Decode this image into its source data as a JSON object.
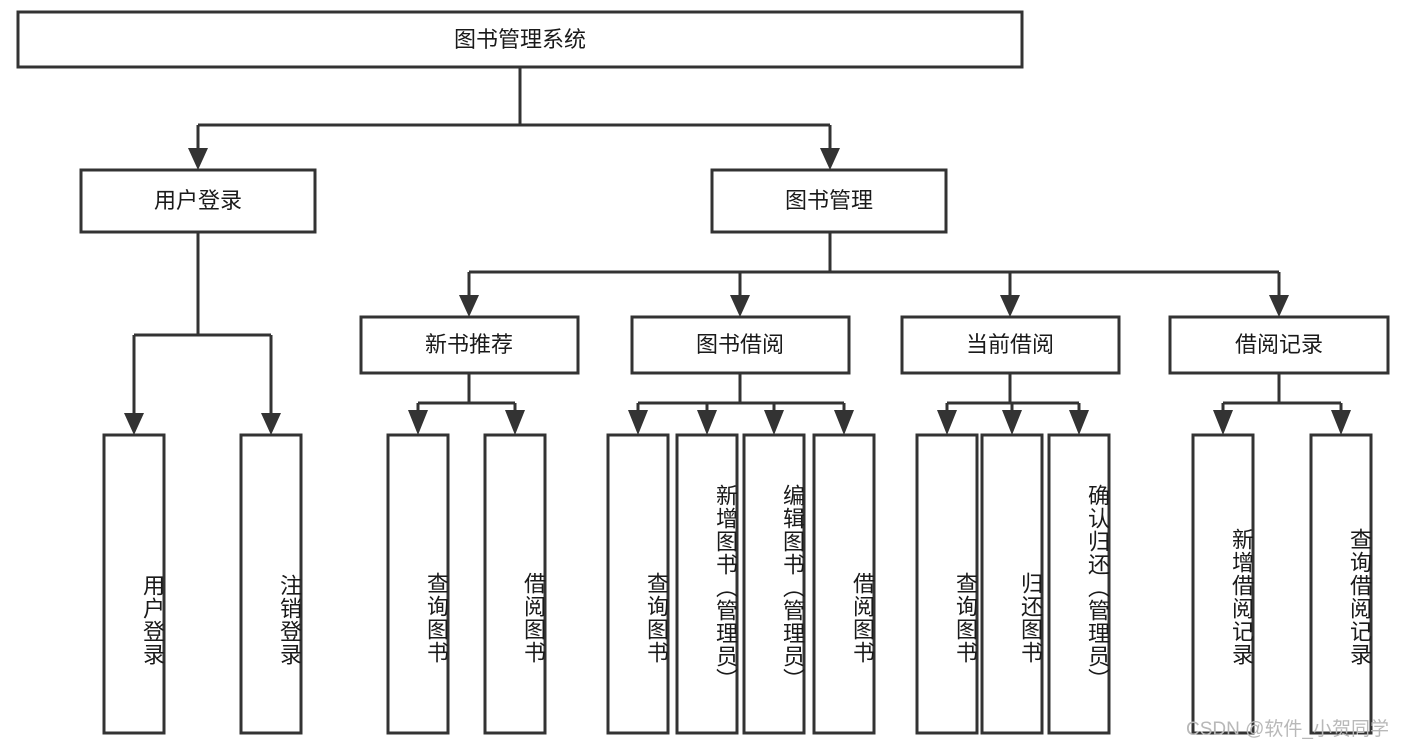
{
  "diagram": {
    "type": "tree-hierarchy-chart",
    "title": "图书管理系统",
    "orientation": "top-down",
    "colors": {
      "box_fill": "#ffffff",
      "box_stroke": "#333333",
      "text": "#1a1a1a",
      "watermark": "#b8b8b8",
      "background": "#ffffff"
    },
    "levels": {
      "root": {
        "label": "图书管理系统"
      },
      "level2": [
        {
          "label": "用户登录"
        },
        {
          "label": "图书管理"
        }
      ],
      "level3": [
        {
          "label": "新书推荐"
        },
        {
          "label": "图书借阅"
        },
        {
          "label": "当前借阅"
        },
        {
          "label": "借阅记录"
        }
      ],
      "leaves": {
        "user_login": [
          {
            "label": "用户登录"
          },
          {
            "label": "注销登录"
          }
        ],
        "new_book_recommend": [
          {
            "label": "查询图书"
          },
          {
            "label": "借阅图书"
          }
        ],
        "book_borrow": [
          {
            "label": "查询图书"
          },
          {
            "label": "新增图书（管理员）"
          },
          {
            "label": "编辑图书（管理员）"
          },
          {
            "label": "借阅图书"
          }
        ],
        "current_borrow": [
          {
            "label": "查询图书"
          },
          {
            "label": "归还图书"
          },
          {
            "label": "确认归还（管理员）"
          }
        ],
        "borrow_record": [
          {
            "label": "新增借阅记录"
          },
          {
            "label": "查询借阅记录"
          }
        ]
      }
    },
    "watermark": "CSDN @软件_小贺同学"
  }
}
